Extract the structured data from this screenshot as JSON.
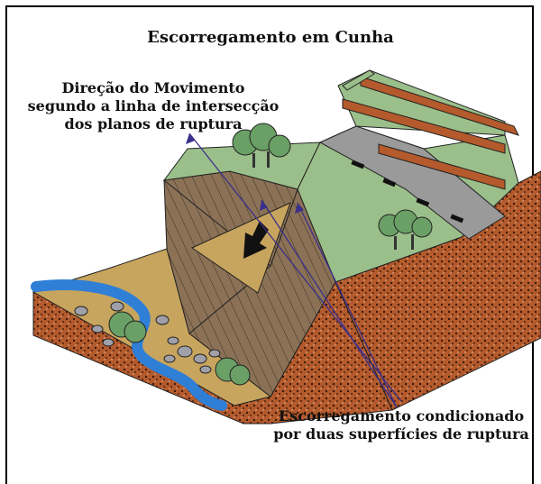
{
  "title": "Escorregamento em Cunha",
  "annotations": {
    "movement_direction": [
      "Direção do Movimento",
      "segundo a linha de intersecção",
      "dos planos de ruptura"
    ],
    "conditioned_slide": [
      "Escorregamento condicionado",
      "por duas superfícies de ruptura"
    ]
  },
  "colors": {
    "rock": "#8b7257",
    "wedge": "#c8a55e",
    "grass": "#9bbf8a",
    "soil": "#b45a2c",
    "road": "#9a9a9a",
    "water": "#2f7fd6",
    "arrow_line": "#3a2f8a"
  }
}
